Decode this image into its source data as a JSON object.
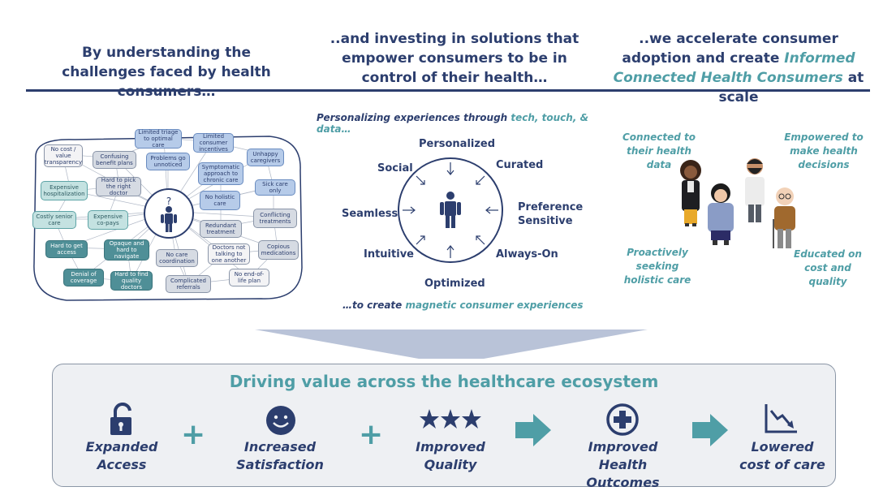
{
  "headers": {
    "col1": "By understanding the challenges faced by health consumers…",
    "col2": "..and investing in solutions that empower consumers to be in control of their health…",
    "col3_pre": "..we accelerate consumer adoption and create ",
    "col3_em": "Informed Connected Health Consumers",
    "col3_post": " at scale"
  },
  "challenges": {
    "center_icon": "person-question-icon",
    "items": [
      "No cost / value transparency",
      "Confusing benefit plans",
      "Limited triage to optimal care",
      "Limited consumer incentives",
      "Problems go unnoticed",
      "Unhappy caregivers",
      "Symptomatic approach to chronic care",
      "Hard to pick the right doctor",
      "Expensive hospitalization",
      "No holistic care",
      "Sick care only",
      "Costly senior care",
      "Expensive co-pays",
      "Conflicting treatments",
      "Redundant treatment",
      "Hard to get access",
      "Opaque and hard to navigate",
      "Copious medications",
      "Doctors not talking to one another",
      "No care coordination",
      "Denial of coverage",
      "Hard to find quality doctors",
      "Complicated referrals",
      "No end-of-life plan"
    ]
  },
  "wheel": {
    "caption_pre": "Personalizing experiences through ",
    "caption_em": "tech, touch, & data…",
    "labels": {
      "personalized": "Personalized",
      "curated": "Curated",
      "preference": "Preference Sensitive",
      "always_on": "Always-On",
      "optimized": "Optimized",
      "intuitive": "Intuitive",
      "seamless": "Seamless",
      "social": "Social"
    },
    "footer_pre": "…to create ",
    "footer_em": "magnetic consumer experiences"
  },
  "consumer_traits": {
    "t1": "Connected to their health data",
    "t2": "Empowered to make health decisions",
    "t3": "Proactively seeking holistic care",
    "t4": "Educated on cost and quality"
  },
  "value": {
    "title": "Driving value across the healthcare ecosystem",
    "outcomes": [
      {
        "label": "Expanded Access",
        "icon": "unlocked-padlock-icon"
      },
      {
        "label": "Increased Satisfaction",
        "icon": "smiley-face-icon"
      },
      {
        "label": "Improved Quality",
        "icon": "three-stars-icon"
      },
      {
        "label": "Improved Health Outcomes",
        "icon": "medical-cross-icon"
      },
      {
        "label": "Lowered cost of care",
        "icon": "declining-chart-icon"
      }
    ],
    "operators": [
      "+",
      "+",
      "arrow",
      "arrow"
    ]
  },
  "colors": {
    "navy": "#2c3e6e",
    "teal": "#4f9ea6",
    "panel": "#eef0f3"
  }
}
